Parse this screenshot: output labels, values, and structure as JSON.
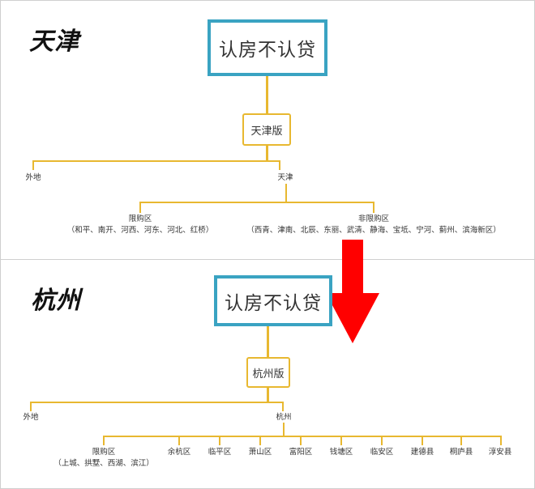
{
  "tianjin": {
    "city": "天津",
    "main_box": "认房不认贷",
    "version_box": "天津版",
    "branch_left": "外地",
    "branch_right": "天津",
    "sub_left": {
      "title": "限购区",
      "districts": "（和平、南开、河西、河东、河北、红桥）"
    },
    "sub_right": {
      "title": "非限购区",
      "districts": "（西青、津南、北辰、东丽、武清、静海、宝坻、宁河、蓟州、滨海新区）"
    }
  },
  "hangzhou": {
    "city": "杭州",
    "main_box": "认房不认贷",
    "version_box": "杭州版",
    "branch_left": "外地",
    "branch_right": "杭州",
    "restricted": {
      "title": "限购区",
      "districts": "（上城、拱墅、西湖、滨江）"
    },
    "districts": [
      "余杭区",
      "临平区",
      "萧山区",
      "富阳区",
      "钱塘区",
      "临安区",
      "建德县",
      "桐庐县",
      "淳安县"
    ]
  },
  "colors": {
    "teal": "#3aa3c2",
    "gold": "#e8b830",
    "arrow_red": "#ff0000"
  },
  "arrow_icon": "arrow-down-icon"
}
